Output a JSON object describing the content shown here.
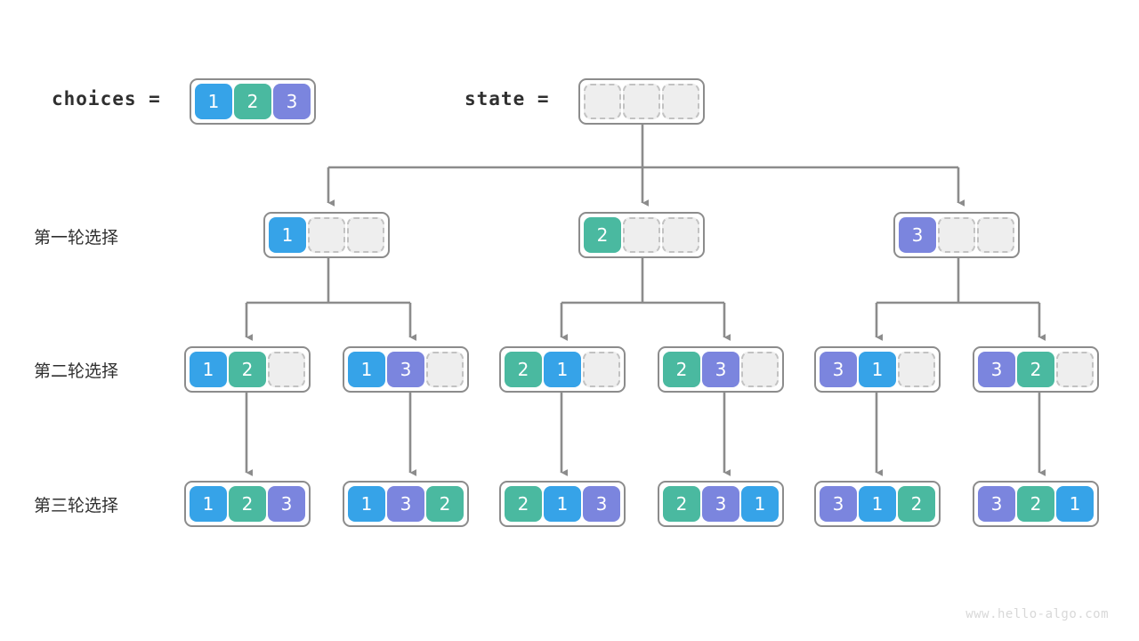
{
  "meta": {
    "watermark": "www.hello-algo.com",
    "line_color": "#8c8c8c",
    "colors": {
      "one": "#36a3e8",
      "two": "#4ab9a0",
      "three": "#7b85de",
      "empty": "#eeeeee"
    }
  },
  "header": {
    "choices_label": "choices =",
    "choices_values": [
      "1",
      "2",
      "3"
    ],
    "state_label": "state =",
    "state_values": [
      "",
      "",
      ""
    ]
  },
  "rows": [
    {
      "label": "第一轮选择"
    },
    {
      "label": "第二轮选择"
    },
    {
      "label": "第三轮选择"
    }
  ],
  "tree": {
    "root": [
      "",
      "",
      ""
    ],
    "level1": [
      {
        "values": [
          "1",
          "",
          ""
        ]
      },
      {
        "values": [
          "2",
          "",
          ""
        ]
      },
      {
        "values": [
          "3",
          "",
          ""
        ]
      }
    ],
    "level2": [
      {
        "values": [
          "1",
          "2",
          ""
        ]
      },
      {
        "values": [
          "1",
          "3",
          ""
        ]
      },
      {
        "values": [
          "2",
          "1",
          ""
        ]
      },
      {
        "values": [
          "2",
          "3",
          ""
        ]
      },
      {
        "values": [
          "3",
          "1",
          ""
        ]
      },
      {
        "values": [
          "3",
          "2",
          ""
        ]
      }
    ],
    "level3": [
      {
        "values": [
          "1",
          "2",
          "3"
        ]
      },
      {
        "values": [
          "1",
          "3",
          "2"
        ]
      },
      {
        "values": [
          "2",
          "1",
          "3"
        ]
      },
      {
        "values": [
          "2",
          "3",
          "1"
        ]
      },
      {
        "values": [
          "3",
          "1",
          "2"
        ]
      },
      {
        "values": [
          "3",
          "2",
          "1"
        ]
      }
    ]
  }
}
